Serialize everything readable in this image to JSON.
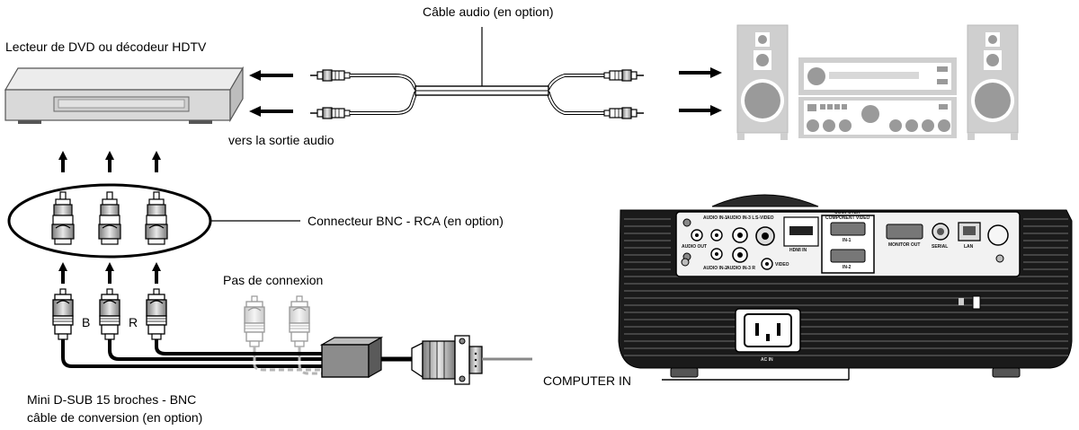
{
  "labels": {
    "audio_cable": "Câble audio (en option)",
    "dvd_player": "Lecteur de DVD ou décodeur HDTV",
    "audio_out_to": "vers la sortie audio",
    "bnc_rca": "Connecteur BNC - RCA (en option)",
    "no_connection": "Pas de connexion",
    "letter_b": "B",
    "letter_r": "R",
    "conversion_cable_line1": "Mini D-SUB 15 broches - BNC",
    "conversion_cable_line2": "câble de conversion (en option)",
    "computer_in": "COMPUTER IN"
  },
  "panel_labels": {
    "audio_in_1": "AUDIO IN-1",
    "audio_in_2": "AUDIO IN-2",
    "audio_in_3_l": "AUDIO IN-3 L",
    "audio_in_3_r": "AUDIO IN-3 R",
    "audio_out": "AUDIO OUT",
    "s_video": "S-VIDEO",
    "video": "VIDEO",
    "hdmi_in": "HDMI IN",
    "computer_header": "COMPUTER",
    "component_video": "COMPONENT VIDEO",
    "in_1": "IN-1",
    "in_2": "IN-2",
    "monitor_out": "MONITOR OUT",
    "serial": "SERIAL",
    "lan": "LAN",
    "ac_in": "AC IN"
  },
  "colors": {
    "line": "#000000",
    "device_fill": "#d9d9d9",
    "device_stroke": "#555555",
    "projector_body": "#1a1a1a",
    "speaker_fill": "#c8c8c8",
    "faded_connector": "#b0b0b0"
  }
}
